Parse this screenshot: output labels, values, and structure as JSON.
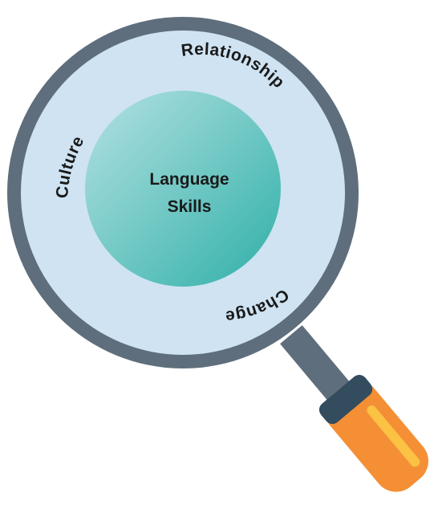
{
  "diagram": {
    "center": {
      "line1": "Language",
      "line2": "Skills"
    },
    "ring_labels": {
      "top": "Relationship",
      "left": "Culture",
      "bottom": "Change"
    }
  }
}
